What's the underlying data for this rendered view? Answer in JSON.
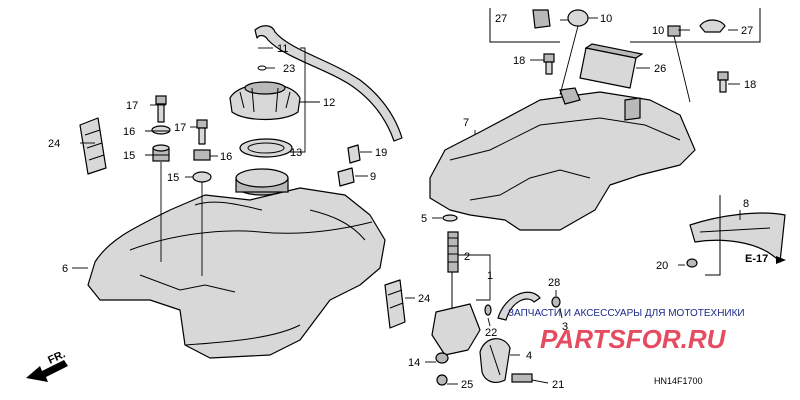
{
  "callouts": {
    "c1": "1",
    "c2": "2",
    "c3": "3",
    "c4": "4",
    "c5": "5",
    "c6": "6",
    "c7": "7",
    "c8": "8",
    "c9": "9",
    "c10a": "10",
    "c10b": "10",
    "c11": "11",
    "c12": "12",
    "c13": "13",
    "c14": "14",
    "c15a": "15",
    "c15b": "15",
    "c16a": "16",
    "c16b": "16",
    "c17a": "17",
    "c17b": "17",
    "c18a": "18",
    "c18b": "18",
    "c19": "19",
    "c20": "20",
    "c21": "21",
    "c22": "22",
    "c23": "23",
    "c24a": "24",
    "c24b": "24",
    "c25": "25",
    "c26": "26",
    "c27a": "27",
    "c27b": "27",
    "c28": "28"
  },
  "reference": "E-17",
  "direction_label": "FR.",
  "diagram_code": "HN14F1700",
  "watermark": {
    "caption": "ЗАПЧАСТИ И АКСЕССУАРЫ ДЛЯ МОТОТЕХНИКИ",
    "site": "PARTSFOR.RU"
  }
}
